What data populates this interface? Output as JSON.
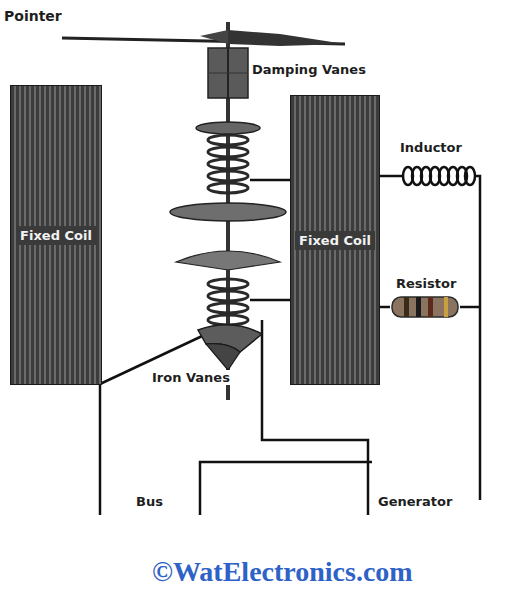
{
  "diagram": {
    "nodes": [
      {
        "text": [
          "Fixed Coil"
        ]
      },
      {
        "text": [
          "Fixed Coil"
        ]
      }
    ],
    "labels": [
      "Pointer",
      "Damping Vanes",
      "Inductor",
      "Resistor",
      "Iron Vanes",
      "Bus",
      "Generator",
      "©WatElectronics.com"
    ]
  }
}
